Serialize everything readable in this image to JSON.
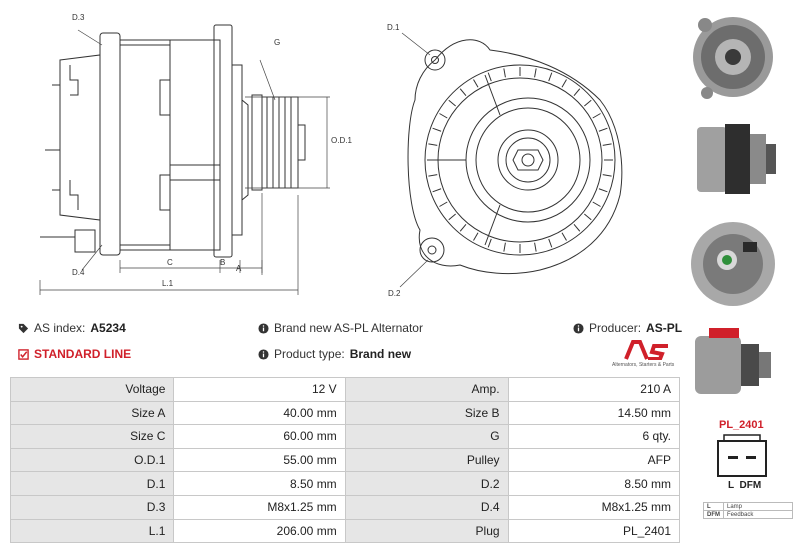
{
  "drawing": {
    "labels": {
      "d3": "D.3",
      "d4": "D.4",
      "g": "G",
      "od1": "O.D.1",
      "c": "C",
      "b": "B",
      "a": "A",
      "l1": "L.1",
      "d1": "D.1",
      "d2": "D.2"
    }
  },
  "info": {
    "as_index_label": "AS index:",
    "as_index_value": "A5234",
    "standard_line": "STANDARD LINE",
    "brand_new_text": "Brand new AS-PL Alternator",
    "product_type_label": "Product type:",
    "product_type_value": "Brand new",
    "producer_label": "Producer:",
    "producer_value": "AS-PL",
    "logo_text": "AS",
    "logo_tagline": "Alternators, Starters & Parts"
  },
  "specs": [
    [
      "Voltage",
      "12 V",
      "Amp.",
      "210 A"
    ],
    [
      "Size A",
      "40.00 mm",
      "Size B",
      "14.50 mm"
    ],
    [
      "Size C",
      "60.00 mm",
      "G",
      "6 qty."
    ],
    [
      "O.D.1",
      "55.00 mm",
      "Pulley",
      "AFP"
    ],
    [
      "D.1",
      "8.50 mm",
      "D.2",
      "8.50 mm"
    ],
    [
      "D.3",
      "M8x1.25 mm",
      "D.4",
      "M8x1.25 mm"
    ],
    [
      "L.1",
      "206.00 mm",
      "Plug",
      "PL_2401"
    ]
  ],
  "plug": {
    "code": "PL_2401",
    "pins": "L  DFM",
    "legend": [
      [
        "L",
        "Lamp"
      ],
      [
        "DFM",
        "Feedback"
      ]
    ]
  },
  "colors": {
    "accent_red": "#d0202a",
    "label_bg": "#e6e6e6"
  }
}
